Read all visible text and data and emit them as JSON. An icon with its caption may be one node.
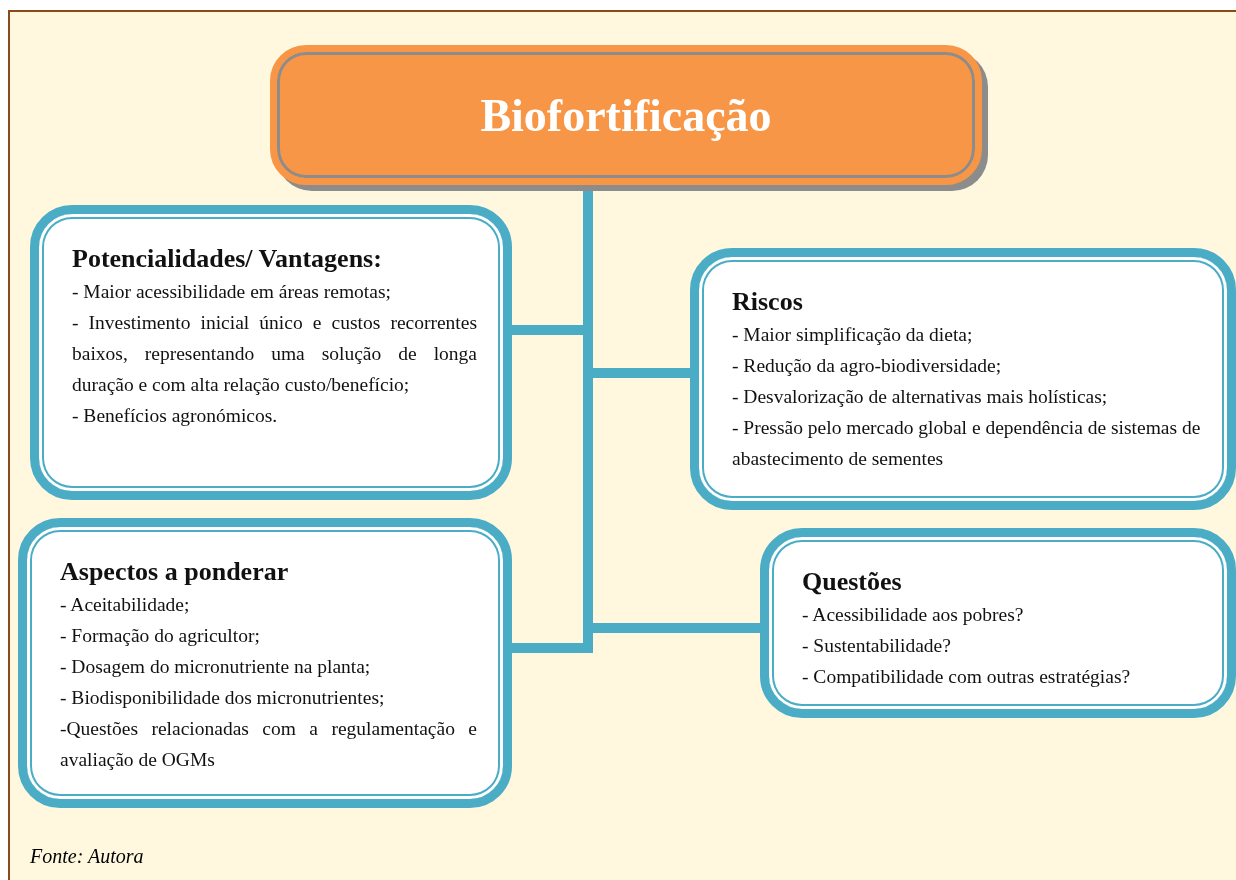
{
  "diagram": {
    "caption": "Fonte: Autora",
    "nodes": [
      {
        "text": [
          "Biofortificação"
        ]
      },
      {
        "text": [
          "Potencialidades/ Vantagens:",
          "- Maior acessibilidade em áreas remotas;",
          "- Investimento inicial único e custos recorrentes baixos, representando uma solução de longa duração e com alta relação custo/benefício;",
          "- Benefícios agronómicos."
        ]
      },
      {
        "text": [
          "Riscos",
          "- Maior simplificação da dieta;",
          "- Redução da agro-biodiversidade;",
          "- Desvalorização de alternativas mais holísticas;",
          "- Pressão pelo mercado global e dependência de sistemas de abastecimento de sementes"
        ]
      },
      {
        "text": [
          "Aspectos a ponderar",
          "- Aceitabilidade;",
          "- Formação do agricultor;",
          "- Dosagem do micronutriente na planta;",
          "- Biodisponibilidade dos micronutrientes;",
          "-Questões relacionadas com a regulamentação e avaliação de OGMs"
        ]
      },
      {
        "text": [
          "Questões",
          "- Acessibilidade aos pobres?",
          "- Sustentabilidade?",
          "- Compatibilidade com outras estratégias?"
        ]
      }
    ],
    "edges": [
      {
        "from": 0,
        "to": 1,
        "arrow": "none"
      },
      {
        "from": 0,
        "to": 2,
        "arrow": "none"
      },
      {
        "from": 0,
        "to": 3,
        "arrow": "none"
      },
      {
        "from": 0,
        "to": 4,
        "arrow": "none"
      }
    ]
  }
}
